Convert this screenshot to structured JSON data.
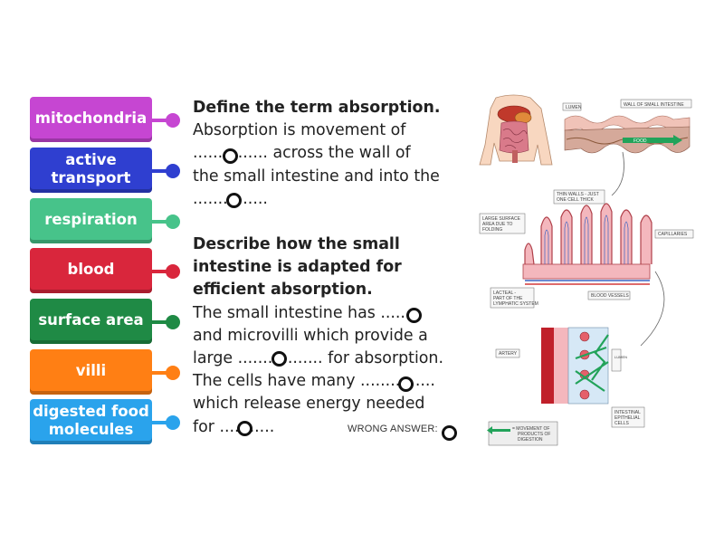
{
  "tiles": [
    {
      "label": "mitochondria",
      "color": "#c646d2",
      "dark": "#9a2aa6"
    },
    {
      "label": "active transport",
      "color": "#2f3fd0",
      "dark": "#1d2aa0"
    },
    {
      "label": "respiration",
      "color": "#47c38a",
      "dark": "#2e9c69"
    },
    {
      "label": "blood",
      "color": "#d9263c",
      "dark": "#a8182b"
    },
    {
      "label": "surface area",
      "color": "#1f8a45",
      "dark": "#146a33"
    },
    {
      "label": "villi",
      "color": "#ff7f14",
      "dark": "#cc620a"
    },
    {
      "label": "digested food molecules",
      "color": "#2aa3ec",
      "dark": "#1a7fc0"
    }
  ],
  "question1": {
    "title": "Define the term absorption.",
    "line1": "Absorption is movement of",
    "line2": "............... across the wall of",
    "line3": "the small intestine and into the",
    "line4": "..............."
  },
  "question2": {
    "title_line1": "Describe how the small",
    "title_line2": "intestine is adapted for",
    "title_line3": "efficient absorption.",
    "line1": "The small intestine has ........",
    "line2": "and microvilli which provide a",
    "line3": "large ................. for absorption.",
    "line4": "The cells have many ...............",
    "line5": "which release energy needed",
    "line6": "for ..........."
  },
  "wrong_answer_label": "WRONG ANSWER:",
  "diagram": {
    "labels": {
      "lumen": "LUMEN",
      "wall": "WALL OF SMALL INTESTINE",
      "food": "FOOD",
      "thin_walls_1": "THIN WALLS - JUST",
      "thin_walls_2": "ONE CELL THICK",
      "large_sa_1": "LARGE SURFACE",
      "large_sa_2": "AREA DUE TO",
      "large_sa_3": "FOLDING",
      "capillaries": "CAPILLARIES",
      "lacteal_1": "LACTEAL -",
      "lacteal_2": "PART OF THE",
      "lacteal_3": "LYMPHATIC SYSTEM",
      "blood_vessels": "BLOOD VESSELS",
      "artery": "ARTERY",
      "lumen2": "LUMEN",
      "epithelial_1": "INTESTINAL",
      "epithelial_2": "EPITHELIAL",
      "epithelial_3": "CELLS",
      "movement_1": "= MOVEMENT OF",
      "movement_2": "PRODUCTS OF",
      "movement_3": "DIGESTION"
    }
  }
}
